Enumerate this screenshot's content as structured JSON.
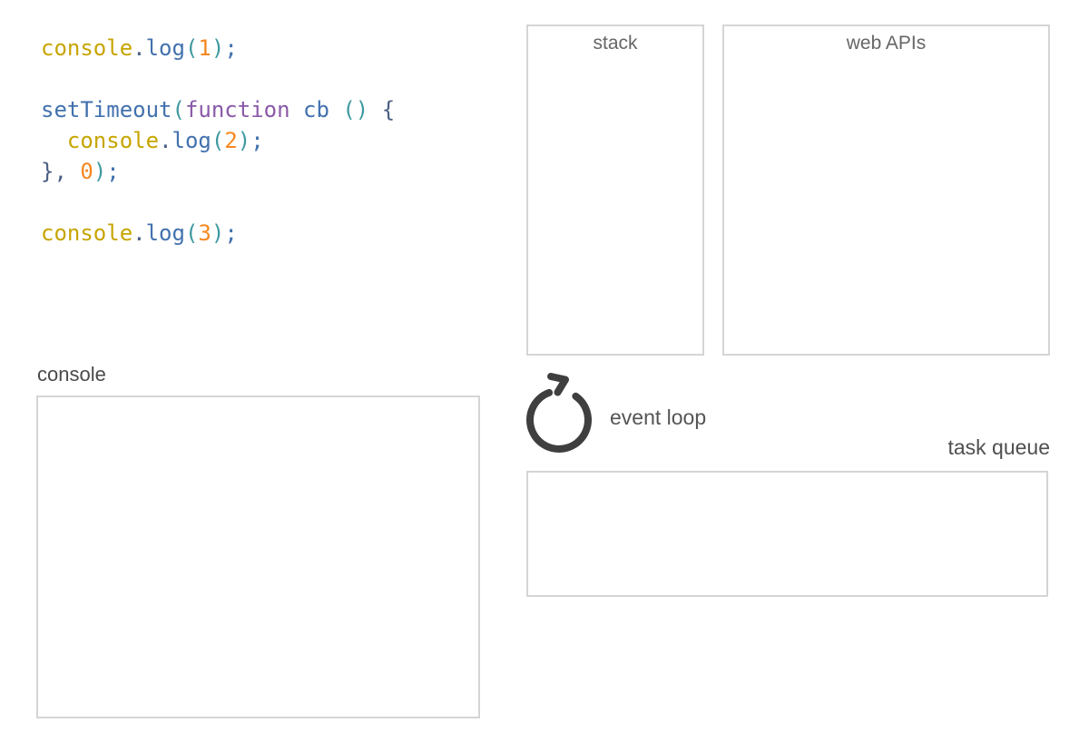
{
  "app": {
    "background": "#ffffff",
    "panel_border_color": "#d5d5d5",
    "label_color": "#666666",
    "icon_color": "#3f3f3f"
  },
  "panels": {
    "stack_label": "stack",
    "web_apis_label": "web APIs",
    "event_loop_label": "event loop",
    "task_queue_label": "task queue",
    "console_label": "console"
  },
  "icons": {
    "event_loop_icon": "circular-clockwise-arrow"
  },
  "code": {
    "token_colors": {
      "variable": "#c7a500",
      "property": "#4271ae",
      "keyword": "#8959a8",
      "number": "#f5871f",
      "bracket": "#3e999f",
      "semi": "#4271ae",
      "punct": "#4a5f82",
      "plain": "#4a5f82"
    },
    "lines": [
      [
        {
          "t": "console",
          "c": "variable"
        },
        {
          "t": ".",
          "c": "punct"
        },
        {
          "t": "log",
          "c": "property"
        },
        {
          "t": "(",
          "c": "bracket"
        },
        {
          "t": "1",
          "c": "number"
        },
        {
          "t": ")",
          "c": "bracket"
        },
        {
          "t": ";",
          "c": "semi"
        }
      ],
      [],
      [
        {
          "t": "setTimeout",
          "c": "property"
        },
        {
          "t": "(",
          "c": "bracket"
        },
        {
          "t": "function",
          "c": "keyword"
        },
        {
          "t": " ",
          "c": "plain"
        },
        {
          "t": "cb",
          "c": "property"
        },
        {
          "t": " ",
          "c": "plain"
        },
        {
          "t": "()",
          "c": "bracket"
        },
        {
          "t": " ",
          "c": "plain"
        },
        {
          "t": "{",
          "c": "punct"
        }
      ],
      [
        {
          "t": "  ",
          "c": "plain"
        },
        {
          "t": "console",
          "c": "variable"
        },
        {
          "t": ".",
          "c": "punct"
        },
        {
          "t": "log",
          "c": "property"
        },
        {
          "t": "(",
          "c": "bracket"
        },
        {
          "t": "2",
          "c": "number"
        },
        {
          "t": ")",
          "c": "bracket"
        },
        {
          "t": ";",
          "c": "semi"
        }
      ],
      [
        {
          "t": "},",
          "c": "punct"
        },
        {
          "t": " ",
          "c": "plain"
        },
        {
          "t": "0",
          "c": "number"
        },
        {
          "t": ")",
          "c": "bracket"
        },
        {
          "t": ";",
          "c": "semi"
        }
      ],
      [],
      [
        {
          "t": "console",
          "c": "variable"
        },
        {
          "t": ".",
          "c": "punct"
        },
        {
          "t": "log",
          "c": "property"
        },
        {
          "t": "(",
          "c": "bracket"
        },
        {
          "t": "3",
          "c": "number"
        },
        {
          "t": ")",
          "c": "bracket"
        },
        {
          "t": ";",
          "c": "semi"
        }
      ]
    ]
  }
}
